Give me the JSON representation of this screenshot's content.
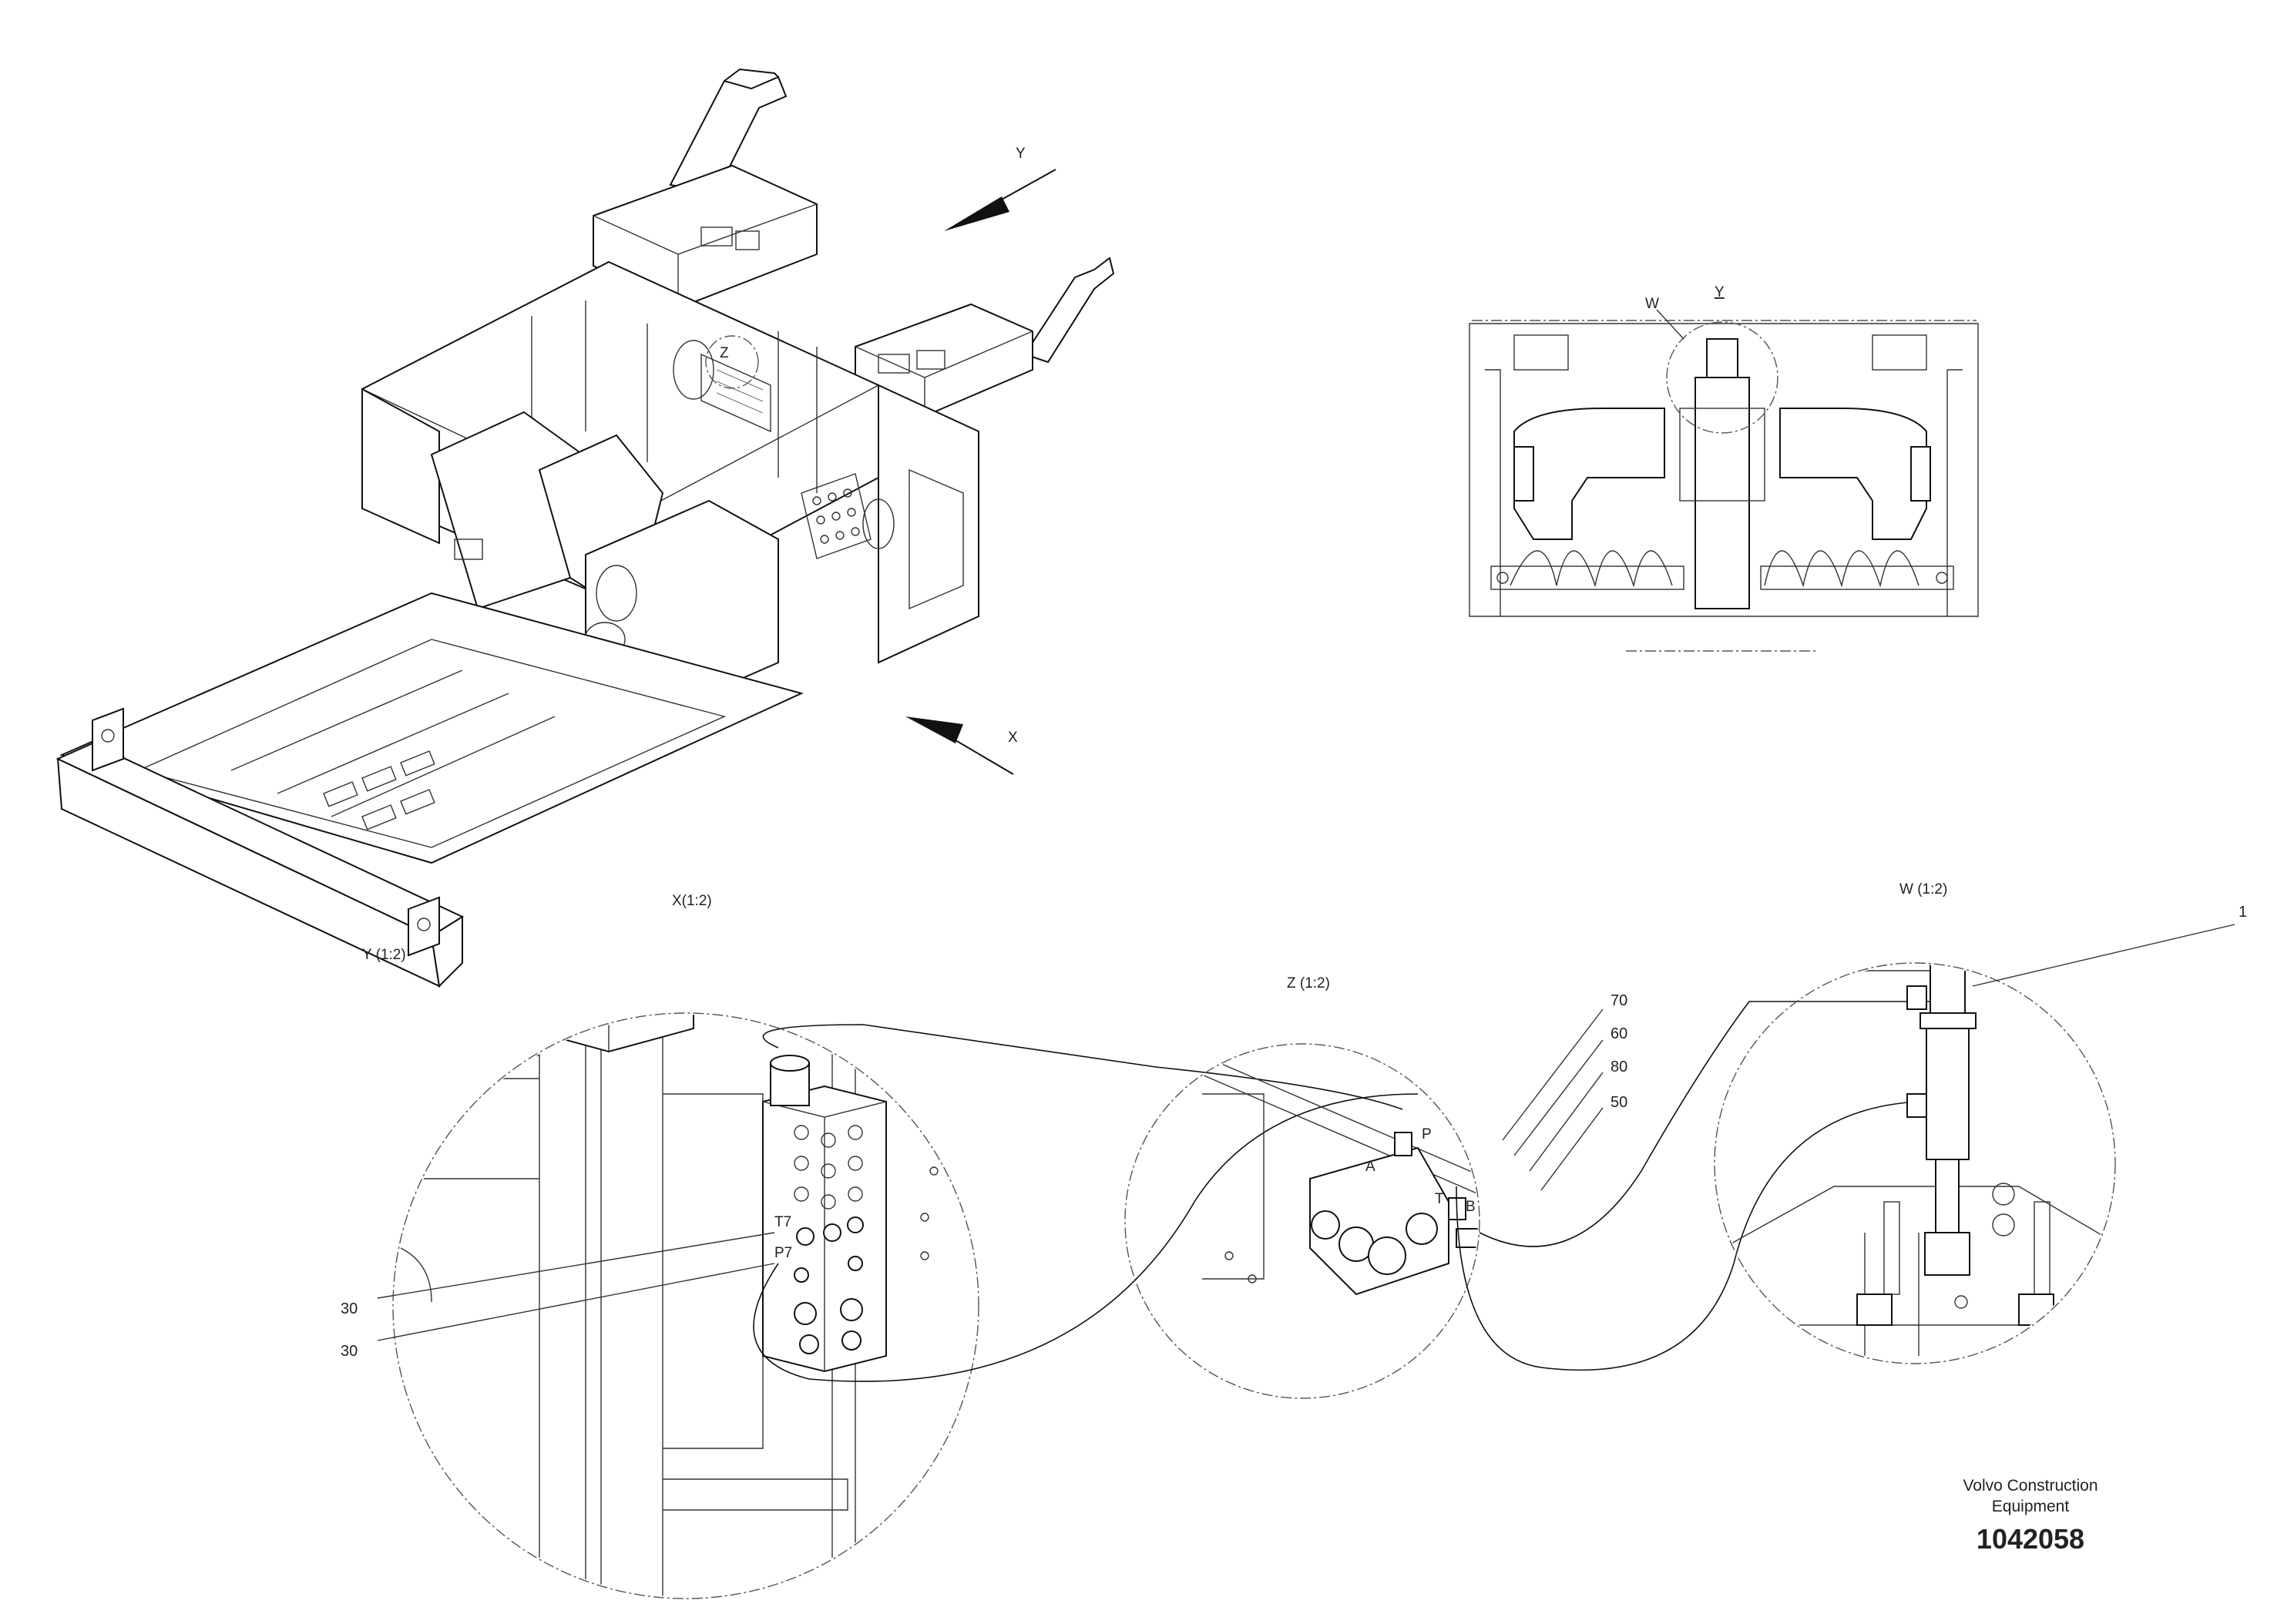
{
  "views": {
    "iso_x_arrow": "X",
    "iso_y_arrow": "Y",
    "iso_z_label": "Z",
    "iso_y_scale": "Y (1:2)",
    "top_w_label": "W",
    "top_y_label": "Y",
    "detail_x_title": "X(1:2)",
    "detail_z_title": "Z (1:2)",
    "detail_w_title": "W (1:2)"
  },
  "ports": {
    "t7": "T7",
    "p7": "P7",
    "a": "A",
    "p": "P",
    "t": "T",
    "b": "B"
  },
  "callouts": {
    "c30a": "30",
    "c30b": "30",
    "c70": "70",
    "c60": "60",
    "c80": "80",
    "c50": "50",
    "c1": "1"
  },
  "title_block": {
    "brand_line1": "Volvo Construction",
    "brand_line2": "Equipment",
    "part_number": "1042058"
  }
}
